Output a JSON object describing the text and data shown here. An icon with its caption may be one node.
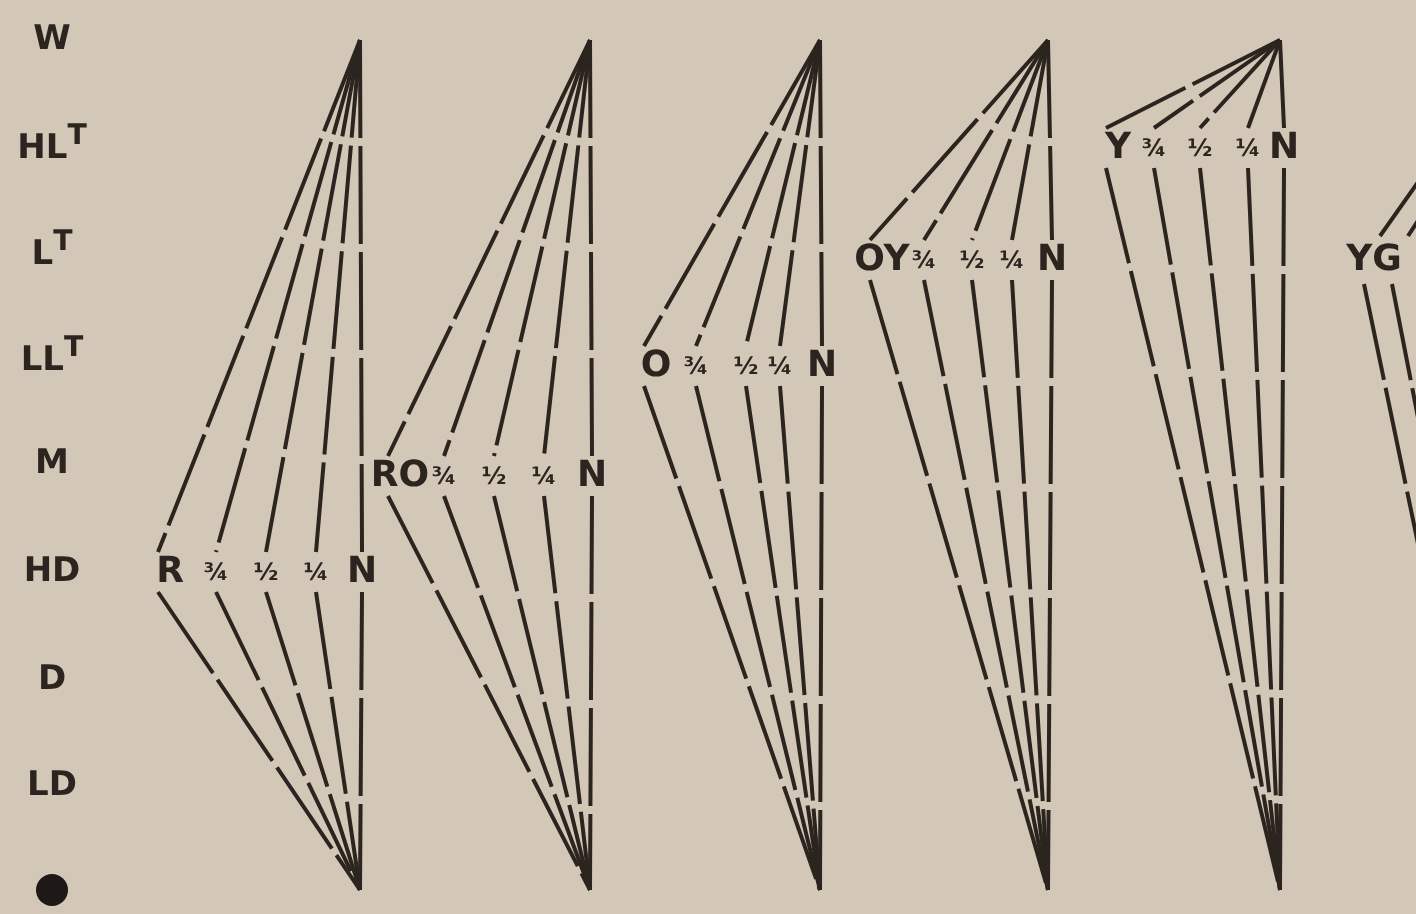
{
  "diagram": {
    "labels": [
      "W",
      "HL$^{T}$",
      "L$^{T}$",
      "LL$^{T}$",
      "M",
      "HD",
      "D",
      "LD",
      "R",
      "¾",
      "½",
      "¼",
      "N",
      "RO",
      "¾",
      "½",
      "¼",
      "N",
      "O",
      "¾",
      "½",
      "¼",
      "N",
      "OY",
      "¾",
      "½",
      "¼",
      "N",
      "Y",
      "¾",
      "½",
      "¼",
      "N",
      "YG"
    ]
  }
}
